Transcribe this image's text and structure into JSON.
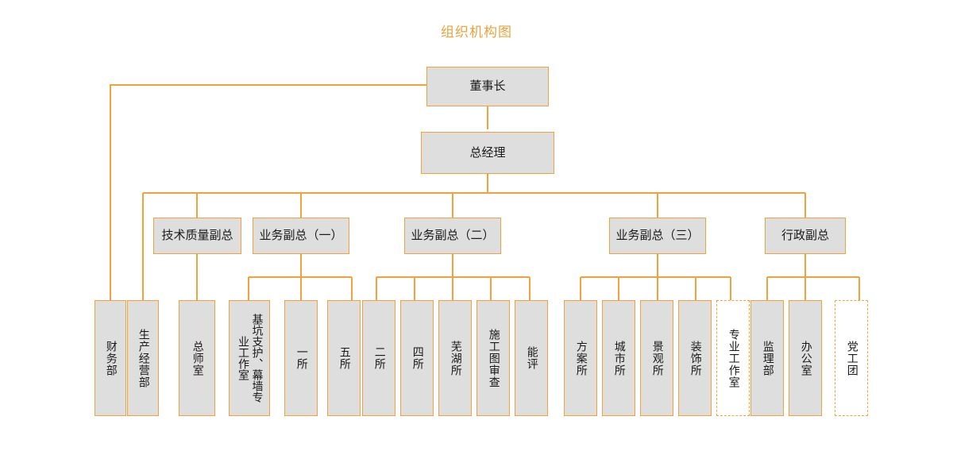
{
  "title": "组织机构图",
  "colors": {
    "accent": "#F0A33C",
    "title_text": "#E8A33D",
    "node_fill": "#DEDEDE",
    "node_border": "#F0A33C",
    "dashed_fill": "#FFFFFF",
    "text": "#1A1A1A",
    "background": "#FFFFFF"
  },
  "chart_data": {
    "type": "diagram",
    "diagram_kind": "organization-chart",
    "title": "组织机构图",
    "orientation": "top-down",
    "levels": [
      {
        "level": 1,
        "nodes": [
          "董事长"
        ]
      },
      {
        "level": 2,
        "nodes": [
          "总经理"
        ]
      },
      {
        "level": 3,
        "nodes": [
          "技术质量副总",
          "业务副总（一）",
          "业务副总（二）",
          "业务副总（三）",
          "行政副总"
        ]
      },
      {
        "level": 4,
        "nodes": [
          "财务部",
          "生产经营部",
          "总师室",
          "基坑支护、幕墙专业工作室",
          "一所",
          "五所",
          "二所",
          "四所",
          "芜湖所",
          "施工图审查",
          "能评",
          "方案所",
          "城市所",
          "景观所",
          "装饰所",
          "专业工作室",
          "监理部",
          "办公室",
          "党工团"
        ]
      }
    ],
    "edges": [
      {
        "from": "董事长",
        "to": "总经理"
      },
      {
        "from": "董事长",
        "to": "财务部"
      },
      {
        "from": "总经理",
        "to": "生产经营部"
      },
      {
        "from": "总经理",
        "to": "技术质量副总"
      },
      {
        "from": "总经理",
        "to": "业务副总（一）"
      },
      {
        "from": "总经理",
        "to": "业务副总（二）"
      },
      {
        "from": "总经理",
        "to": "业务副总（三）"
      },
      {
        "from": "总经理",
        "to": "行政副总"
      },
      {
        "from": "技术质量副总",
        "to": "总师室"
      },
      {
        "from": "业务副总（一）",
        "to": "基坑支护、幕墙专业工作室"
      },
      {
        "from": "业务副总（一）",
        "to": "一所"
      },
      {
        "from": "业务副总（一）",
        "to": "五所"
      },
      {
        "from": "业务副总（二）",
        "to": "二所"
      },
      {
        "from": "业务副总（二）",
        "to": "四所"
      },
      {
        "from": "业务副总（二）",
        "to": "芜湖所"
      },
      {
        "from": "业务副总（二）",
        "to": "施工图审查"
      },
      {
        "from": "业务副总（二）",
        "to": "能评"
      },
      {
        "from": "业务副总（三）",
        "to": "方案所"
      },
      {
        "from": "业务副总（三）",
        "to": "城市所"
      },
      {
        "from": "业务副总（三）",
        "to": "景观所"
      },
      {
        "from": "业务副总（三）",
        "to": "装饰所"
      },
      {
        "from": "业务副总（三）",
        "to": "专业工作室"
      },
      {
        "from": "行政副总",
        "to": "监理部"
      },
      {
        "from": "行政副总",
        "to": "办公室"
      },
      {
        "from": "行政副总",
        "to": "党工团"
      }
    ],
    "dashed_nodes": [
      "专业工作室",
      "党工团"
    ]
  },
  "nodes": {
    "chairman": {
      "label": "董事长"
    },
    "general_manager": {
      "label": "总经理"
    },
    "vp_tech_quality": {
      "label": "技术质量副总"
    },
    "vp_business_1": {
      "label": "业务副总（一）"
    },
    "vp_business_2": {
      "label": "业务副总（二）"
    },
    "vp_business_3": {
      "label": "业务副总（三）"
    },
    "vp_admin": {
      "label": "行政副总"
    },
    "finance_dept": {
      "label": "财务部"
    },
    "production_mgmt_dept": {
      "label": "生产经营部"
    },
    "chief_engineer_office": {
      "label": "总师室"
    },
    "foundation_curtain_studio": {
      "label": "基坑支护、幕墙专业工作室"
    },
    "institute_1": {
      "label": "一所"
    },
    "institute_5": {
      "label": "五所"
    },
    "institute_2": {
      "label": "二所"
    },
    "institute_4": {
      "label": "四所"
    },
    "wuhu_institute": {
      "label": "芜湖所"
    },
    "construction_drawing_review": {
      "label": "施工图审查"
    },
    "energy_assessment": {
      "label": "能评"
    },
    "scheme_institute": {
      "label": "方案所"
    },
    "city_institute": {
      "label": "城市所"
    },
    "landscape_institute": {
      "label": "景观所"
    },
    "decoration_institute": {
      "label": "装饰所"
    },
    "professional_studio": {
      "label": "专业工作室"
    },
    "supervision_dept": {
      "label": "监理部"
    },
    "general_office": {
      "label": "办公室"
    },
    "party_youth_league": {
      "label": "党工团"
    }
  }
}
